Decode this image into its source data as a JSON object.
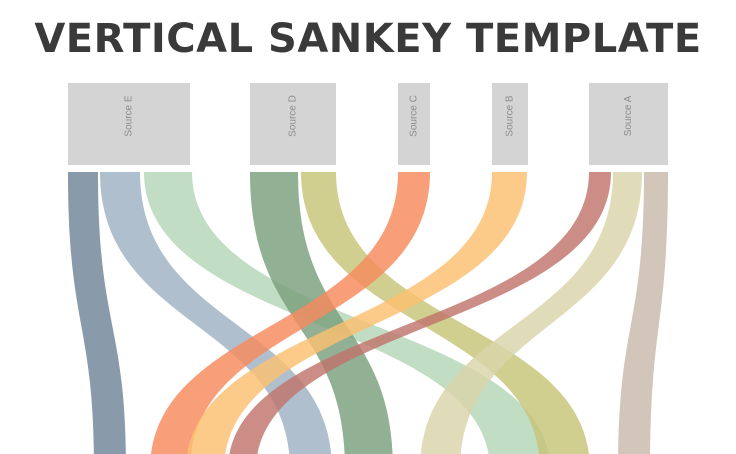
{
  "title": "VERTICAL SANKEY TEMPLATE",
  "nodes": [
    {
      "id": "E",
      "label": "Source E"
    },
    {
      "id": "D",
      "label": "Source D"
    },
    {
      "id": "C",
      "label": "Source C"
    },
    {
      "id": "B",
      "label": "Source B"
    },
    {
      "id": "A",
      "label": "Source A"
    }
  ],
  "colors": {
    "node_fill": "#d4d4d4",
    "link_E1": "#6f8499",
    "link_E2": "#9fb1c3",
    "link_E3": "#b3d6b6",
    "link_D1": "#7aa07c",
    "link_D2": "#c6c577",
    "link_C1": "#f78a5d",
    "link_B1": "#fbc070",
    "link_A1": "#c0746b",
    "link_A2": "#d9d4aa",
    "link_A3": "#c8b9ab"
  }
}
